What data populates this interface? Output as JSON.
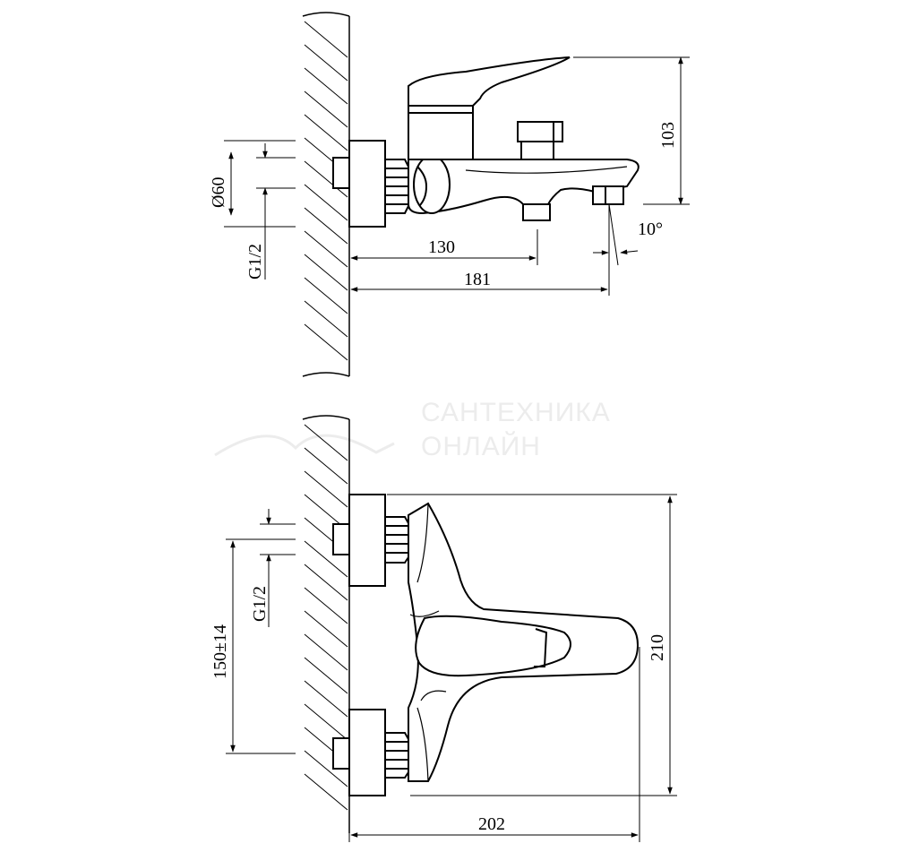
{
  "drawing": {
    "side_view": {
      "diameter_label": "Ø60",
      "thread_label": "G1/2",
      "height_label": "103",
      "angle_label": "10°",
      "depth_short_label": "130",
      "depth_long_label": "181"
    },
    "top_view": {
      "thread_label": "G1/2",
      "spacing_label": "150±14",
      "width_label": "210",
      "depth_label": "202"
    },
    "watermark": {
      "line1": "САНТЕХНИКА",
      "line2": "ОНЛАЙН"
    },
    "colors": {
      "line": "#000000",
      "watermark": "#ececec",
      "background": "#ffffff"
    }
  }
}
